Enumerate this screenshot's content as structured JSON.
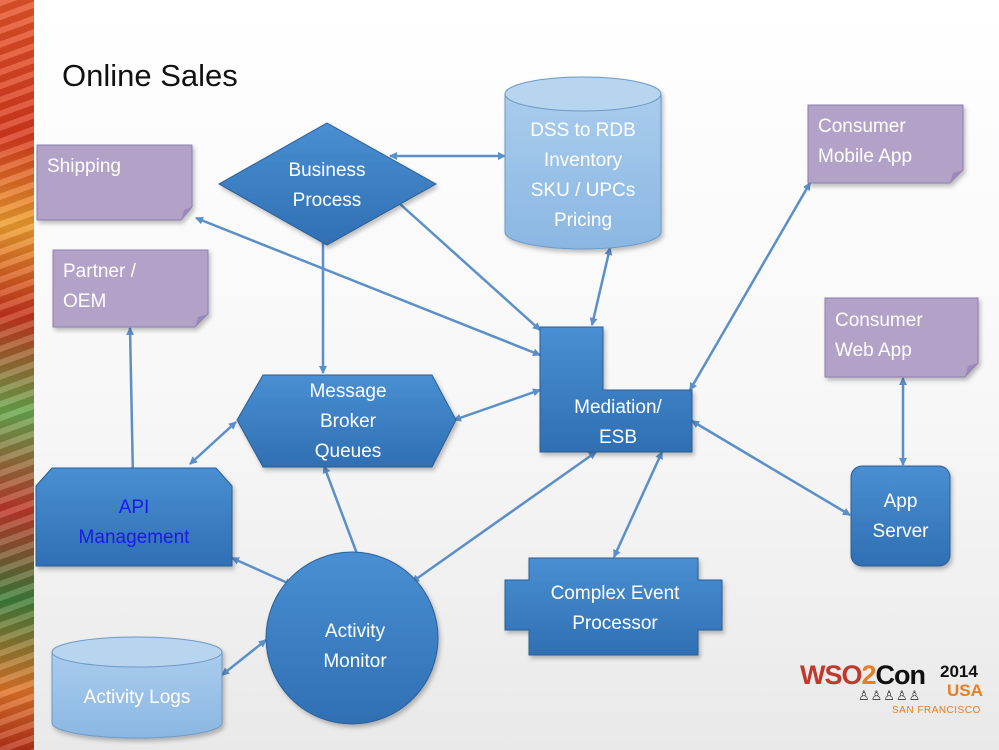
{
  "slide": {
    "title": "Online Sales"
  },
  "nodes": {
    "shipping": "Shipping",
    "partner_oem": "Partner /\nOEM",
    "business_process": "Business\nProcess",
    "dss_db": "DSS to RDB\nInventory\nSKU / UPCs\nPricing",
    "consumer_mobile_app": "Consumer\nMobile App",
    "consumer_web_app": "Consumer\nWeb App",
    "message_broker": "Message\nBroker\nQueues",
    "mediation_esb": "Mediation/\nESB",
    "api_management": "API\nManagement",
    "app_server": "App\nServer",
    "complex_event_processor": "Complex Event\nProcessor",
    "activity_monitor": "Activity\nMonitor",
    "activity_logs": "Activity Logs"
  },
  "logo": {
    "wso": "WSO",
    "two": "2",
    "con": "Con",
    "year": "2014",
    "country": "USA",
    "city": "SAN FRANCISCO"
  },
  "colors": {
    "node_fill": "#3a80c6",
    "node_stroke": "#2c5f94",
    "db_fill": "#9cc3e8",
    "note_fill": "#b3a2c7",
    "note_stroke": "#8e7fb0",
    "connector": "#5b8fc9",
    "api_text": "#1a1ae6"
  }
}
